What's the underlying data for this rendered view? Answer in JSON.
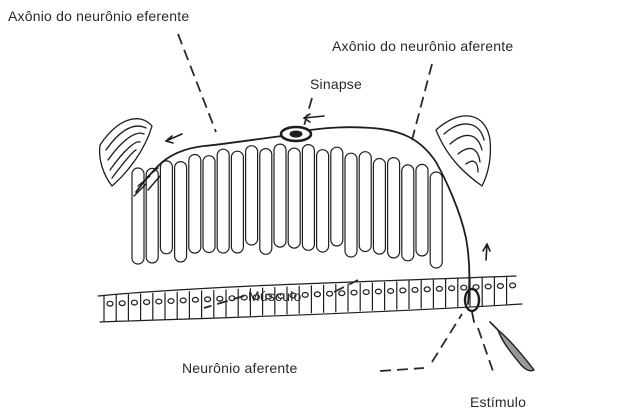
{
  "labels": {
    "efferent_axon": "Axônio do neurônio eferente",
    "afferent_axon": "Axônio do neurônio aferente",
    "synapse": "Sinapse",
    "muscle": "Músculo",
    "afferent_neuron": "Neurônio aferente",
    "stimulus": "Estímulo"
  }
}
